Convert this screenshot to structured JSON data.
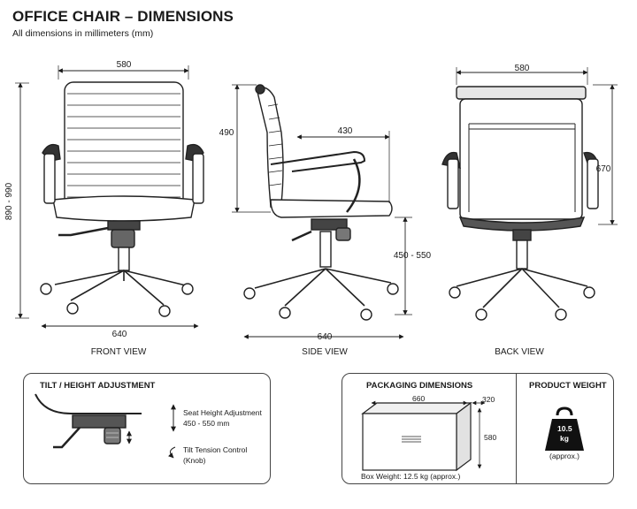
{
  "header": {
    "title": "OFFICE CHAIR – DIMENSIONS",
    "subtitle": "All dimensions in millimeters (mm)"
  },
  "front_view": {
    "label": "FRONT VIEW",
    "width": "580",
    "height": "890 - 990",
    "base": "640"
  },
  "side_view": {
    "label": "SIDE VIEW",
    "back_height": "490",
    "seat_depth": "430",
    "seat_height": "450 - 550",
    "base": "640"
  },
  "back_view": {
    "label": "BACK VIEW",
    "width": "580",
    "height": "670"
  },
  "tilt_panel": {
    "title": "TILT / HEIGHT ADJUSTMENT",
    "seat_height_label": "Seat Height Adjustment",
    "seat_height_value": "450 - 550 mm",
    "tilt_label": "Tilt Tension Control",
    "tilt_sub": "(Knob)"
  },
  "packaging_panel": {
    "title": "PACKAGING DIMENSIONS",
    "box_length": "660",
    "box_width": "320",
    "box_height": "580",
    "box_weight": "Box Weight: 12.5 kg (approx.)"
  },
  "weight_panel": {
    "title": "PRODUCT WEIGHT",
    "weight_value": "10.5",
    "weight_unit": "kg",
    "approx": "(approx.)"
  },
  "icons": [
    "weight-icon"
  ]
}
